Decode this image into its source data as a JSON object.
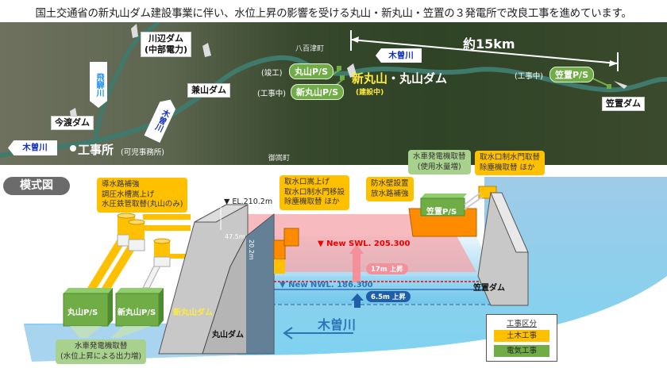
{
  "title": "国土交通省の新丸山ダム建設事業に伴い、水位上昇の影響を受ける丸山・新丸山・笠置の３発電所で改良工事を進めています。",
  "map": {
    "kawabe_dam": [
      "川辺ダム",
      "(中部電力)"
    ],
    "hida_river": "飛騨川",
    "kaneyama_dam": "兼山ダム",
    "kiso_river_mid": "木曽川",
    "imawatari_dam": "今渡ダム",
    "kiso_river_left": "木曽川",
    "office": "工事所",
    "office_sub": "(可児事務所)",
    "town_yaotsu": "八百津町",
    "town_mitake": "御嵩町",
    "maruyama_ps_status": "(竣工)",
    "maruyama_ps": "丸山P/S",
    "shinmaruyama_ps_status": "(工事中)",
    "shinmaruyama_ps": "新丸山P/S",
    "dam_name_yellow": "新丸山",
    "dam_name_white": "・丸山ダム",
    "dam_status": "(建設中)",
    "kiso_river_right": "木曽川",
    "distance": "約15km",
    "kasagi_ps_status": "(工事中)",
    "kasagi_ps": "笠置P/S",
    "kasagi_dam": "笠置ダム"
  },
  "diagram": {
    "badge": "模式図",
    "callout_waterway": [
      "導水路補強",
      "調圧水槽嵩上げ",
      "水圧鉄管取替(丸山のみ)"
    ],
    "callout_intake": [
      "取水口嵩上げ",
      "取水口制水門移設",
      "除塵機取替 ほか"
    ],
    "callout_floodwall": [
      "防水壁設置",
      "放水路補強"
    ],
    "callout_kasagi_turbine": [
      "水車発電機取替",
      "(使用水量増)"
    ],
    "callout_kasagi_gate": [
      "取水口制水門取替",
      "除塵機取替 ほか"
    ],
    "callout_turbine": [
      "水車発電機取替",
      "(水位上昇による出力増)"
    ],
    "el_label": "▼ EL.210.2m",
    "width_label": "47.5m",
    "height_label": "20.2m",
    "swl": "▼ New SWL. 205.300",
    "swl_rise": "17m 上昇",
    "nwl": "▼ New NWL. 186.300",
    "nwl_rise": "6.5m 上昇",
    "river": "木曽川",
    "maruyama_ps": "丸山P/S",
    "shinmaruyama_ps": "新丸山P/S",
    "shinmaruyama_dam": "新丸山ダム",
    "maruyama_dam": "丸山ダム",
    "kasagi_ps": "笠置P/S",
    "kasagi_dam": "笠置ダム",
    "legend": {
      "title": "工事区分",
      "items": [
        {
          "label": "土木工事",
          "color": "#ffc000"
        },
        {
          "label": "電気工事",
          "color": "#70ad47"
        }
      ]
    }
  }
}
